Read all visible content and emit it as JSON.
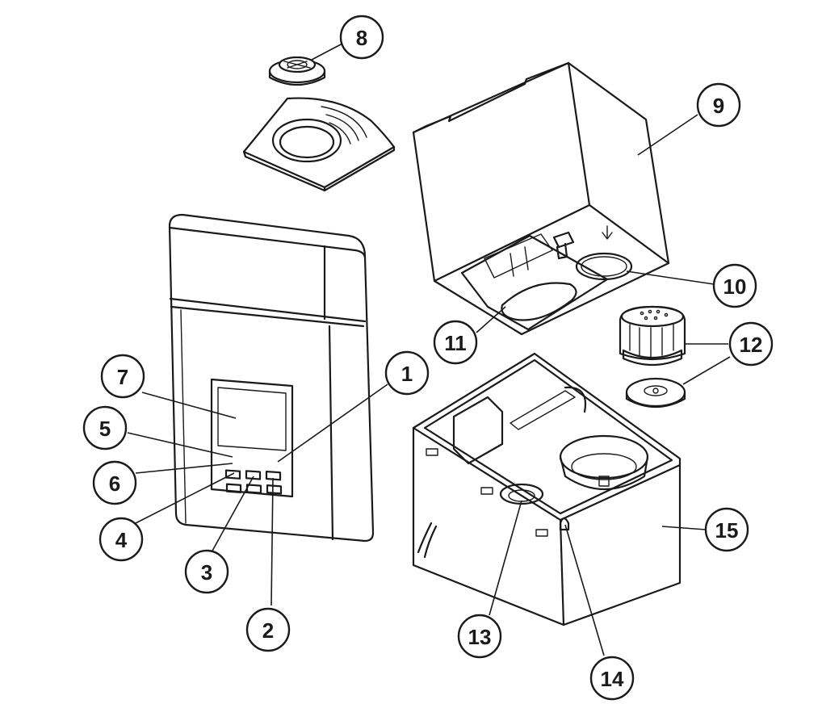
{
  "colors": {
    "line": "#1a1a1a",
    "background": "#ffffff"
  },
  "callouts": [
    {
      "id": "1",
      "label": "1",
      "part": "button-1"
    },
    {
      "id": "2",
      "label": "2",
      "part": "button-2"
    },
    {
      "id": "3",
      "label": "3",
      "part": "button-3"
    },
    {
      "id": "4",
      "label": "4",
      "part": "button-4"
    },
    {
      "id": "5",
      "label": "5",
      "part": "button-5"
    },
    {
      "id": "6",
      "label": "6",
      "part": "button-6"
    },
    {
      "id": "7",
      "label": "7",
      "part": "display"
    },
    {
      "id": "8",
      "label": "8",
      "part": "mist-nozzle"
    },
    {
      "id": "9",
      "label": "9",
      "part": "water-tank"
    },
    {
      "id": "10",
      "label": "10",
      "part": "tank-seal-ring"
    },
    {
      "id": "11",
      "label": "11",
      "part": "tank-handle"
    },
    {
      "id": "12",
      "label": "12",
      "part": "filter-cartridge"
    },
    {
      "id": "13",
      "label": "13",
      "part": "transducer"
    },
    {
      "id": "14",
      "label": "14",
      "part": "water-level-sensor"
    },
    {
      "id": "15",
      "label": "15",
      "part": "base"
    }
  ]
}
